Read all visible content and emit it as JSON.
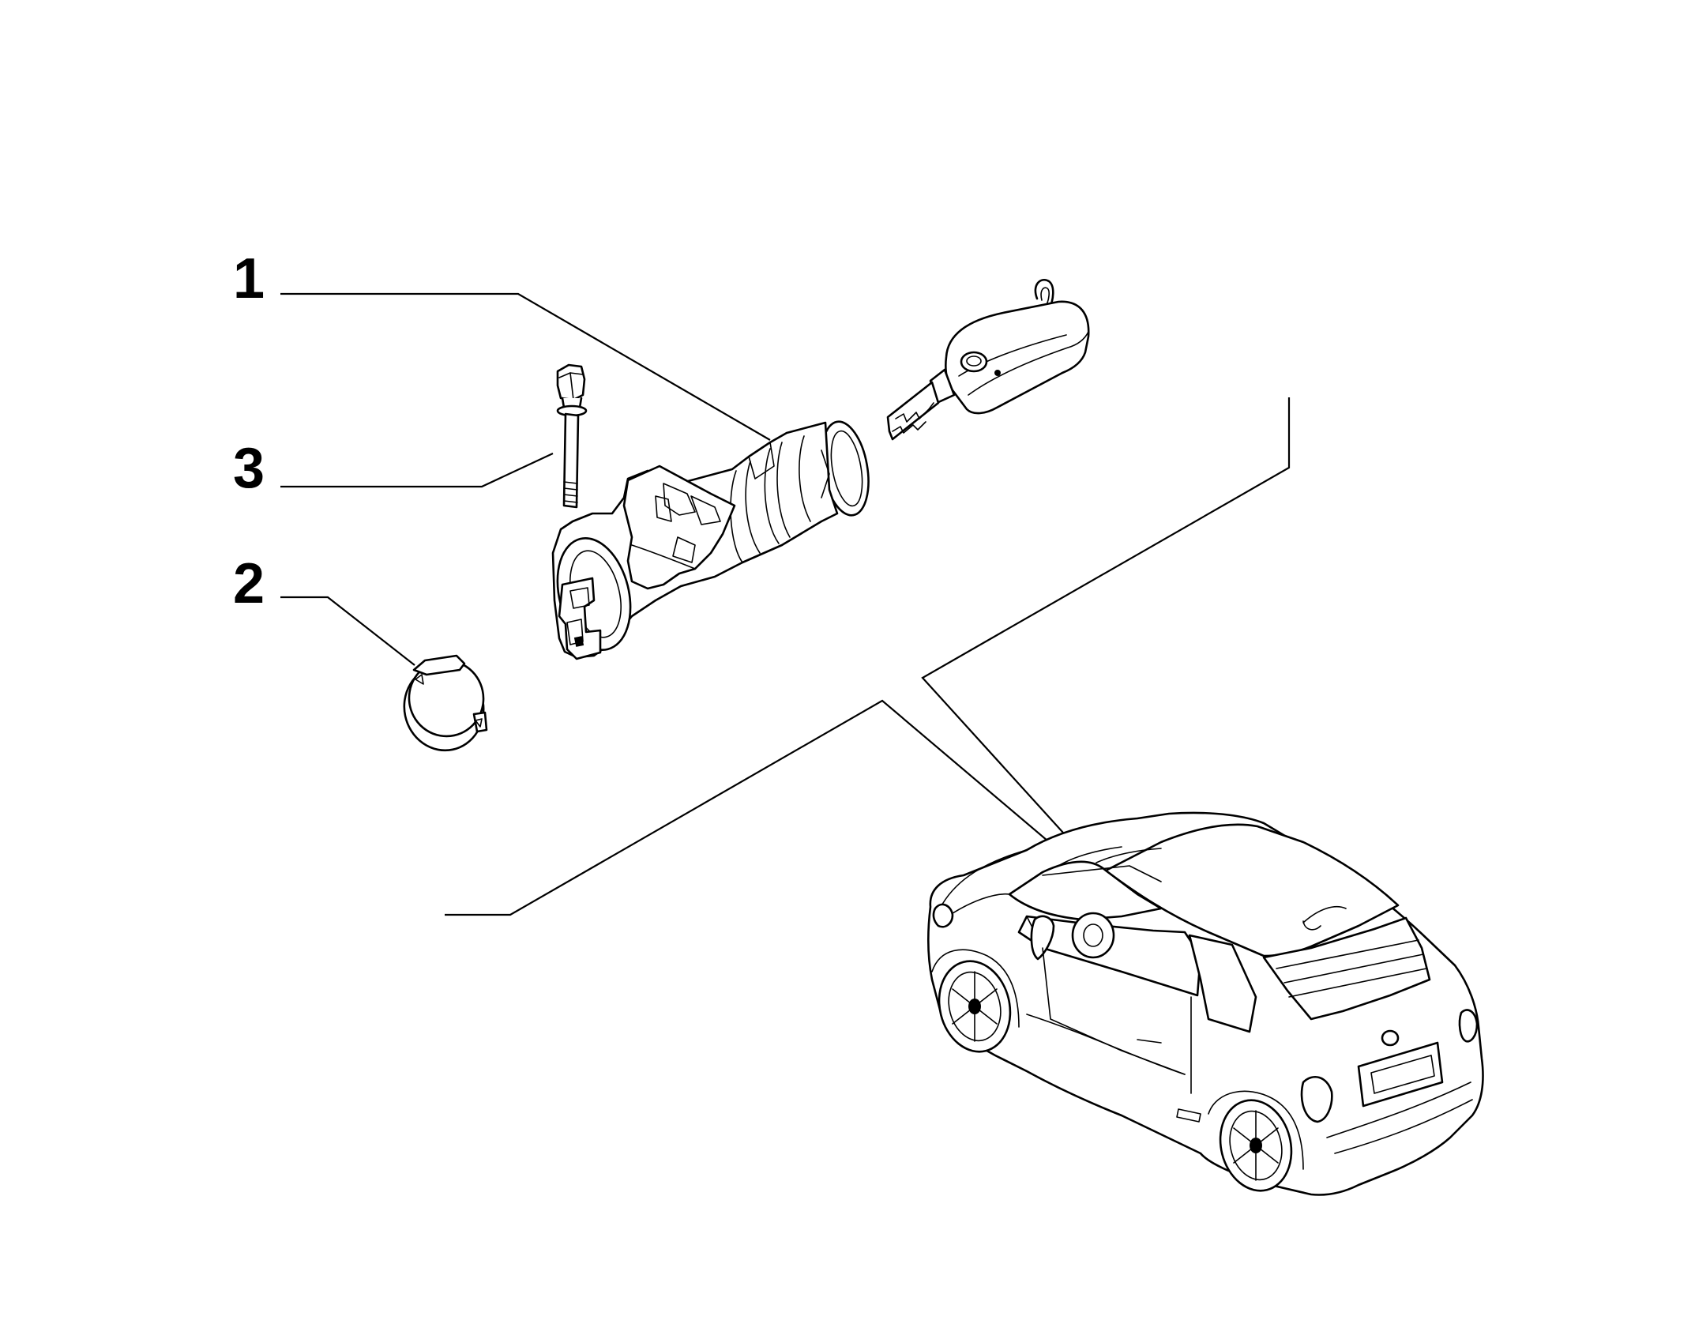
{
  "callouts": [
    {
      "id": "1",
      "label": "1"
    },
    {
      "id": "3",
      "label": "3"
    },
    {
      "id": "2",
      "label": "2"
    }
  ],
  "colors": {
    "line": "#000000",
    "background": "#ffffff"
  },
  "icons": {
    "ignition_lock_cylinder": "ignition-lock-cylinder-icon",
    "flip_key": "flip-key-icon",
    "bolt": "shear-bolt-icon",
    "cap": "trim-cap-icon",
    "car": "car-icon"
  }
}
